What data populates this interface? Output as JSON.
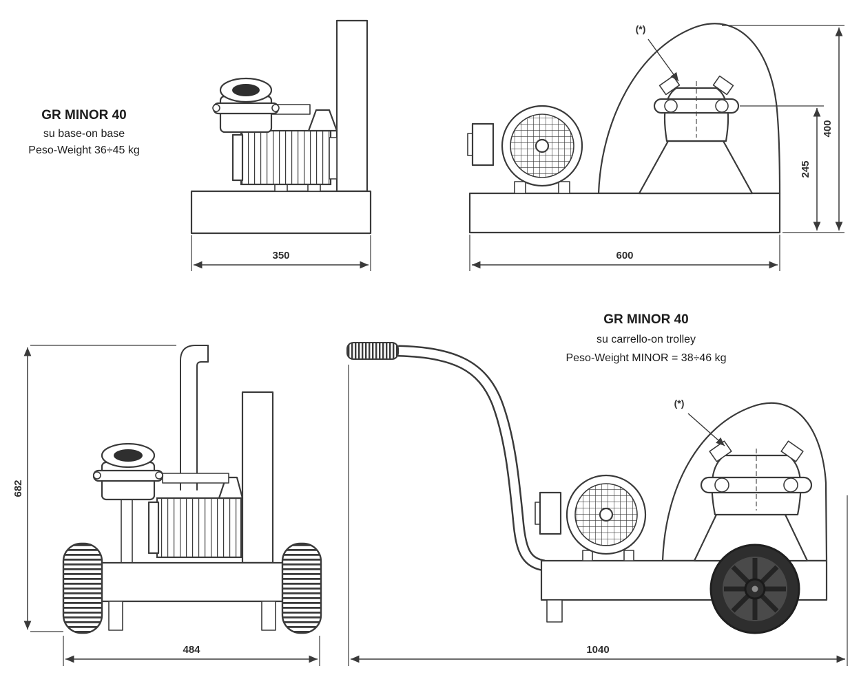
{
  "drawing": {
    "stroke_color": "#3a3a3a",
    "background": "#ffffff"
  },
  "views": {
    "base_front": {
      "title": "GR MINOR 40",
      "subtitle": "su base-on base",
      "weight": "Peso-Weight 36÷45 kg",
      "dim_width": "350"
    },
    "base_side": {
      "callout": "(*)",
      "dim_width": "600",
      "dim_height_overall": "400",
      "dim_height_port": "245"
    },
    "trolley_front": {
      "dim_height": "682",
      "dim_width": "484"
    },
    "trolley_side": {
      "title": "GR MINOR 40",
      "subtitle": "su carrello-on trolley",
      "weight": "Peso-Weight  MINOR = 38÷46 kg",
      "callout": "(*)",
      "dim_width": "1040"
    }
  }
}
